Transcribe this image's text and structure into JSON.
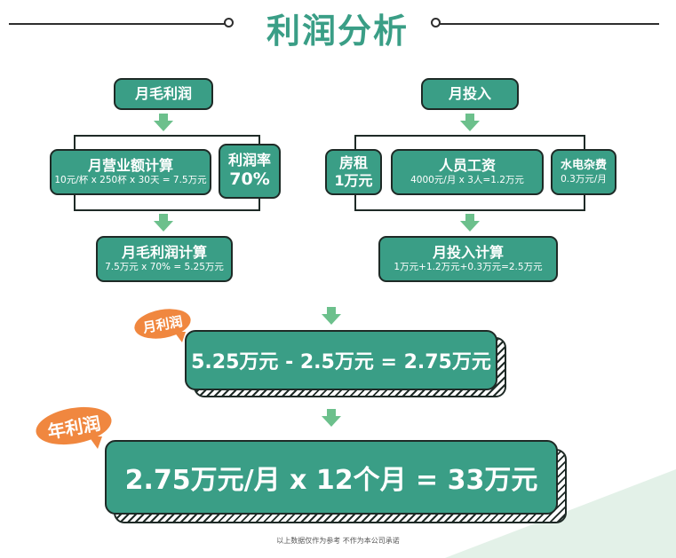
{
  "title": "利润分析",
  "left": {
    "header": "月毛利润",
    "revenue_title": "月营业额计算",
    "revenue_formula": "10元/杯 x 250杯 x 30天 = 7.5万元",
    "margin_title": "利润率",
    "margin_value": "70%",
    "gross_title": "月毛利润计算",
    "gross_formula": "7.5万元 x 70% = 5.25万元"
  },
  "right": {
    "header": "月投入",
    "rent_title": "房租",
    "rent_value": "1万元",
    "staff_title": "人员工资",
    "staff_formula": "4000元/月 x 3人=1.2万元",
    "utility_title": "水电杂费",
    "utility_value": "0.3万元/月",
    "invest_title": "月投入计算",
    "invest_formula": "1万元+1.2万元+0.3万元=2.5万元"
  },
  "monthly": {
    "tag": "月利润",
    "formula": "5.25万元 - 2.5万元 = 2.75万元"
  },
  "yearly": {
    "tag": "年利润",
    "formula": "2.75万元/月 x 12个月 = 33万元"
  },
  "footnote": "以上数据仅作为参考  不作为本公司承诺",
  "colors": {
    "teal": "#3a9e86",
    "arrow_green": "#6cc08c",
    "orange": "#f0873f",
    "outline": "#1e2a26"
  }
}
